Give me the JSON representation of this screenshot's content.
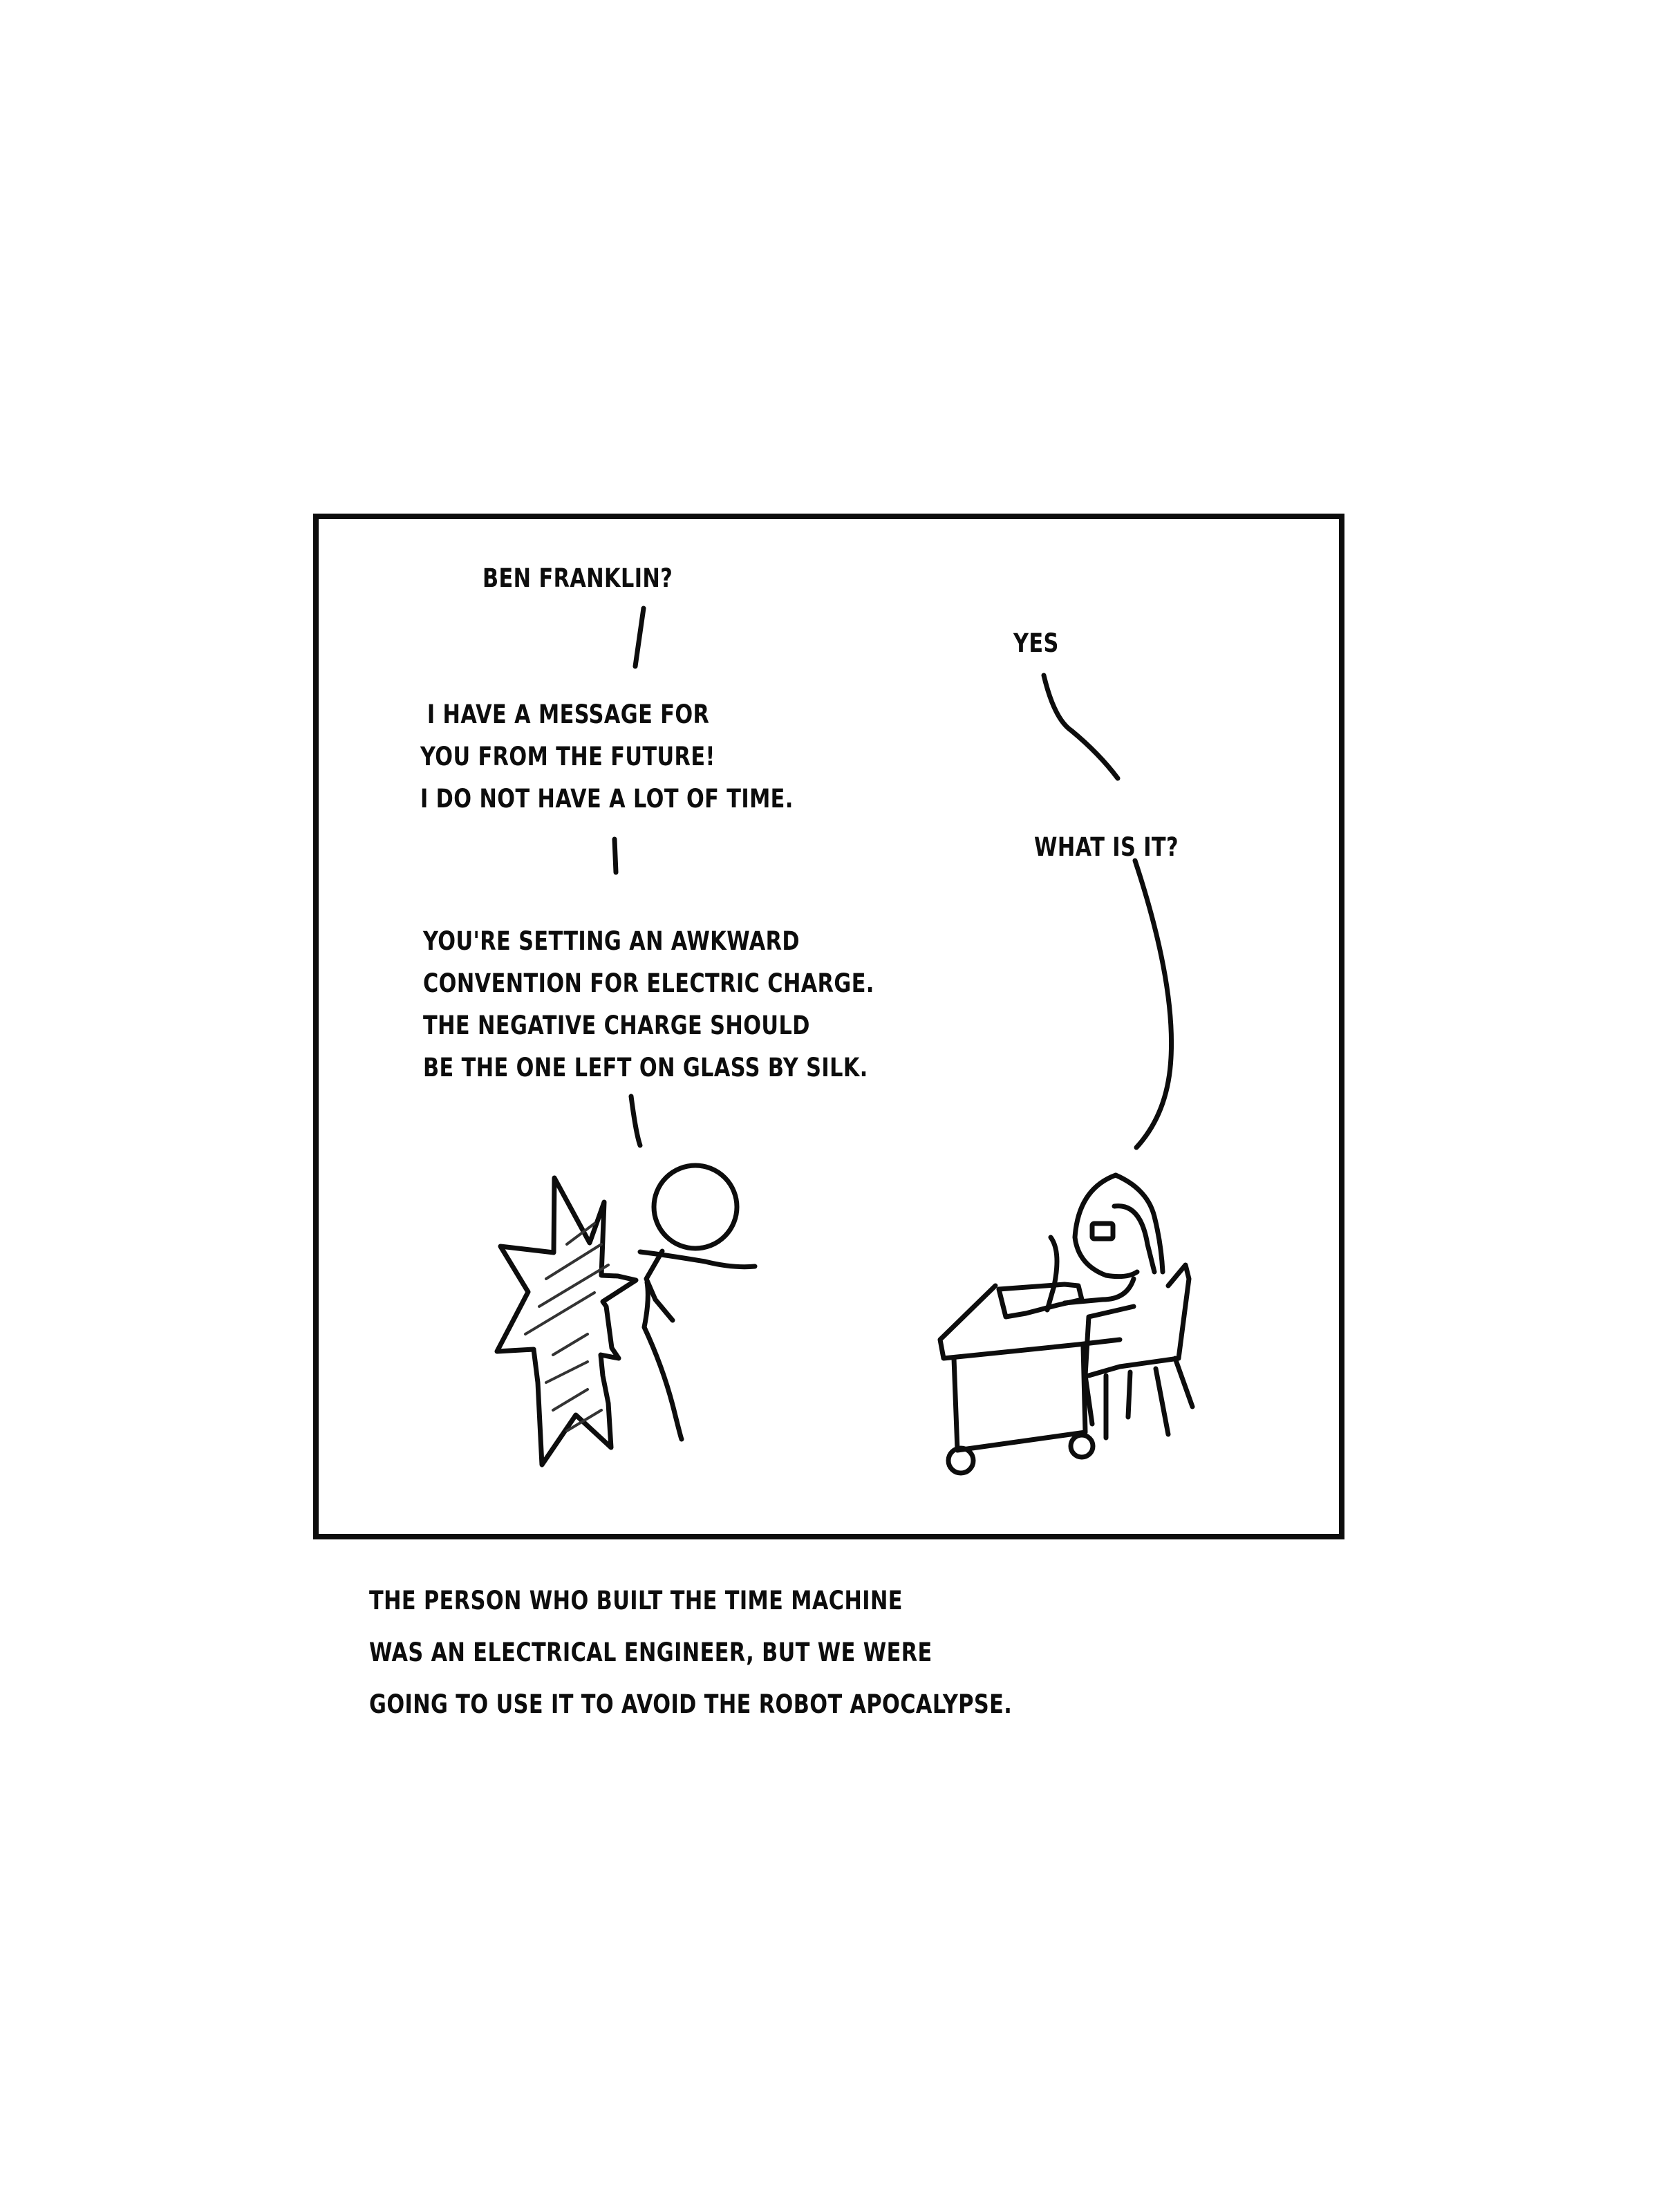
{
  "comic": {
    "panel": {
      "dialogue": {
        "visitor_greeting": "BEN FRANKLIN?",
        "franklin_yes": "YES",
        "visitor_message": [
          "I HAVE A MESSAGE FOR",
          "YOU FROM THE FUTURE!",
          "I DO NOT HAVE A LOT OF TIME."
        ],
        "franklin_question": "WHAT IS IT?",
        "visitor_warning": [
          "YOU'RE SETTING AN AWKWARD",
          "CONVENTION FOR ELECTRIC CHARGE.",
          "THE NEGATIVE CHARGE SHOULD",
          "BE THE ONE LEFT ON GLASS BY SILK."
        ]
      },
      "figures": {
        "left": "time-traveler-stick-figure-with-portal-burst",
        "right": "ben-franklin-writing-at-desk-with-quill"
      }
    },
    "caption": [
      "THE PERSON WHO BUILT THE TIME MACHINE",
      "WAS AN ELECTRICAL ENGINEER, BUT WE WERE",
      "GOING TO USE IT TO AVOID THE ROBOT APOCALYPSE."
    ],
    "colors": {
      "ink": "#0d0d0d",
      "background": "#ffffff"
    }
  }
}
